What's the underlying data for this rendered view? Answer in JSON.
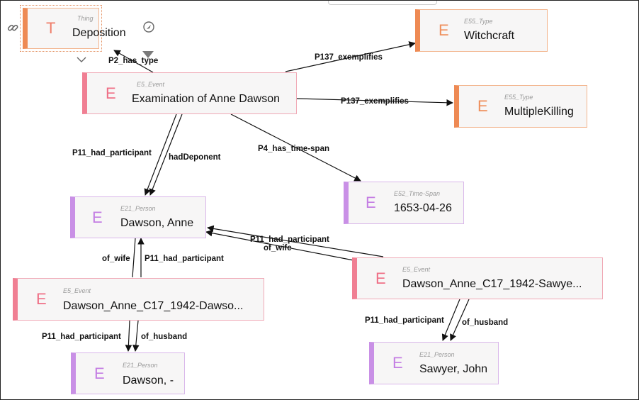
{
  "nodes": {
    "deposition": {
      "type": "Thing",
      "letter": "T",
      "label": "Deposition"
    },
    "examination": {
      "type": "E5_Event",
      "letter": "E",
      "label": "Examination of Anne Dawson"
    },
    "witchcraft": {
      "type": "E55_Type",
      "letter": "E",
      "label": "Witchcraft"
    },
    "multiple": {
      "type": "E55_Type",
      "letter": "E",
      "label": "MultipleKilling"
    },
    "timespan": {
      "type": "E52_Time-Span",
      "letter": "E",
      "label": "1653-04-26"
    },
    "anne": {
      "type": "E21_Person",
      "letter": "E",
      "label": "Dawson, Anne"
    },
    "event_dawson": {
      "type": "E5_Event",
      "letter": "E",
      "label": "Dawson_Anne_C17_1942-Dawso..."
    },
    "event_sawyer": {
      "type": "E5_Event",
      "letter": "E",
      "label": "Dawson_Anne_C17_1942-Sawye..."
    },
    "dawson_dash": {
      "type": "E21_Person",
      "letter": "E",
      "label": "Dawson, -"
    },
    "sawyer": {
      "type": "E21_Person",
      "letter": "E",
      "label": "Sawyer, John"
    }
  },
  "edges": {
    "p2_has_type": "P2_has_type",
    "p137_witchcraft": "P137_exemplifies",
    "p137_multiple": "P137_exemplifies",
    "p11_exam_anne": "P11_had_participant",
    "had_deponent": "hadDeponent",
    "p4_timespan": "P4_has_time-span",
    "of_wife_left": "of_wife",
    "p11_left_anne": "P11_had_participant",
    "p11_right_anne": "P11_had_participant",
    "of_wife_right": "of_wife",
    "p11_dawson_dash": "P11_had_participant",
    "of_husband_left": "of_husband",
    "p11_sawyer": "P11_had_participant",
    "of_husband_right": "of_husband"
  },
  "icons": [
    "link-icon",
    "navigate-icon",
    "chevron-down-icon",
    "collapse-triangle-icon"
  ]
}
